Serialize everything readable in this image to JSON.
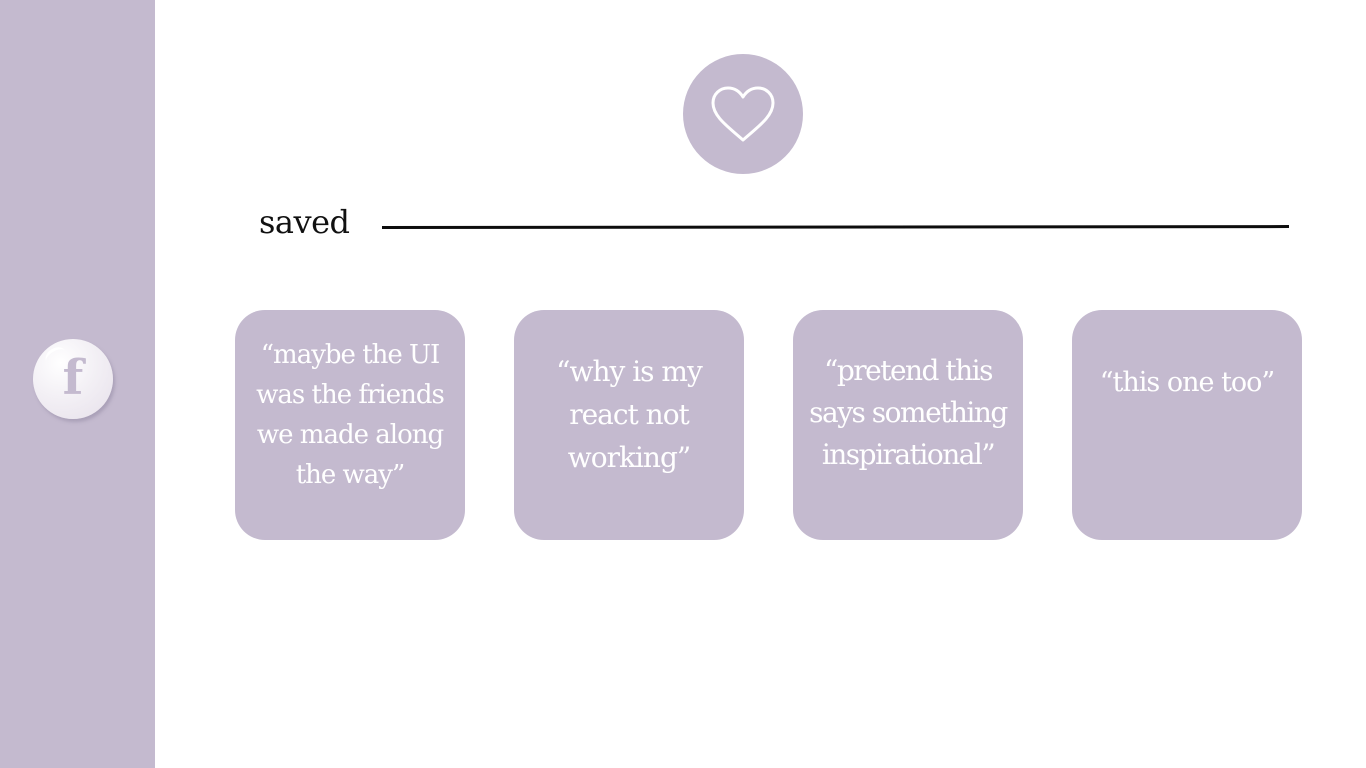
{
  "sidebar": {
    "logo": {
      "letter": "f",
      "icon": "app-logo-icon"
    }
  },
  "header": {
    "icon": "heart-icon"
  },
  "section": {
    "title": "saved"
  },
  "saved_items": [
    {
      "quote": "“maybe the UI was the friends we made along the way”"
    },
    {
      "quote": "“why is my react not working”"
    },
    {
      "quote": "“pretend this says something inspirational”"
    },
    {
      "quote": "“this one too”"
    }
  ],
  "colors": {
    "accent": "#c4bacf",
    "card_text": "#ffffff",
    "title_text": "#111111",
    "divider": "#0d0d0d",
    "background": "#ffffff"
  }
}
